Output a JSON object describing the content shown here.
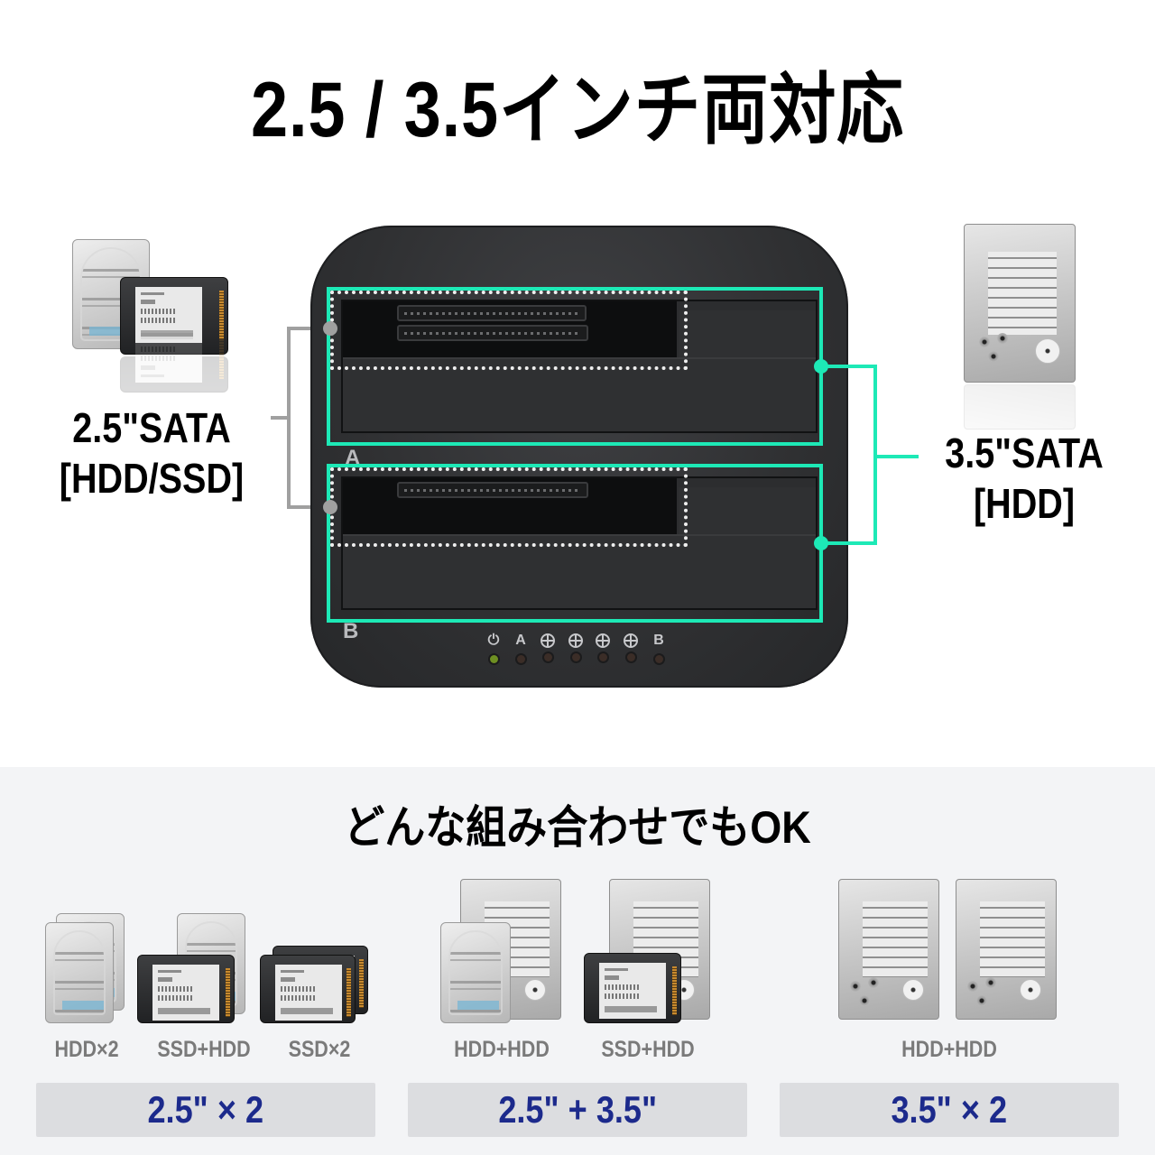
{
  "header": {
    "title": "2.5 / 3.5インチ両対応"
  },
  "dock": {
    "slot_labels": [
      "A",
      "B"
    ],
    "indicators": [
      {
        "name": "power",
        "glyph": "⏻",
        "led": "green"
      },
      {
        "name": "A",
        "glyph": "A",
        "led": "off"
      },
      {
        "name": "progress-25",
        "glyph": "circle",
        "led": "off"
      },
      {
        "name": "progress-50",
        "glyph": "circle",
        "led": "off"
      },
      {
        "name": "progress-75",
        "glyph": "circle",
        "led": "off"
      },
      {
        "name": "progress-100",
        "glyph": "circle",
        "led": "off"
      },
      {
        "name": "B",
        "glyph": "B",
        "led": "off"
      }
    ]
  },
  "left_callout": {
    "line1": "2.5\"SATA",
    "line2": "[HDD/SSD]",
    "line_color": "#a0a0a0"
  },
  "right_callout": {
    "line1": "3.5\"SATA",
    "line2": "[HDD]",
    "line_color": "#1de9b6"
  },
  "combinations": {
    "title": "どんな組み合わせでもOK",
    "groups": [
      {
        "label": "2.5\" × 2",
        "items": [
          "HDD×2",
          "SSD+HDD",
          "SSD×2"
        ]
      },
      {
        "label": "2.5\" + 3.5\"",
        "items": [
          "HDD+HDD",
          "SSD+HDD"
        ]
      },
      {
        "label": "3.5\" × 2",
        "items": [
          "HDD+HDD"
        ]
      }
    ]
  },
  "colors": {
    "accent_green": "#1de9b6",
    "group_label_blue": "#1c2a8c",
    "combo_text_gray": "#7a7a7a",
    "bottom_bg": "#f3f4f6",
    "bar_bg": "#dcdde0"
  }
}
